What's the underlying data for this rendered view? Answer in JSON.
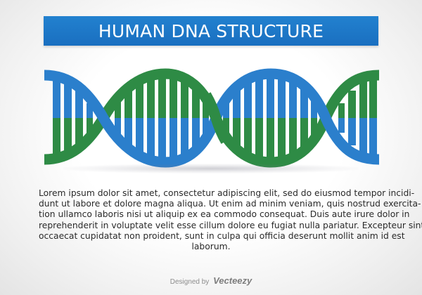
{
  "title": {
    "text": "HUMAN DNA STRUCTURE",
    "background_color": "#1f78c8",
    "text_color": "#ffffff"
  },
  "illustration": {
    "label": "DNA double helix",
    "colors": {
      "blue": "#2b7fcc",
      "green": "#2e8b45",
      "rungs_gap": "#ffffff"
    }
  },
  "body": {
    "lines": [
      "Lorem ipsum dolor sit amet, consectetur adipiscing elit, sed do eiusmod tempor incidi-",
      "dunt ut labore et dolore magna aliqua. Ut enim ad minim veniam, quis nostrud exercita-",
      "tion ullamco laboris nisi ut aliquip ex ea commodo consequat. Duis aute irure dolor in",
      "reprehenderit in voluptate velit esse cillum dolore eu fugiat nulla pariatur. Excepteur sint",
      "occaecat cupidatat non proident, sunt in culpa qui officia deserunt mollit anim id est",
      "laborum."
    ]
  },
  "credit": {
    "prefix": "Designed by",
    "brand": "Vecteezy"
  }
}
